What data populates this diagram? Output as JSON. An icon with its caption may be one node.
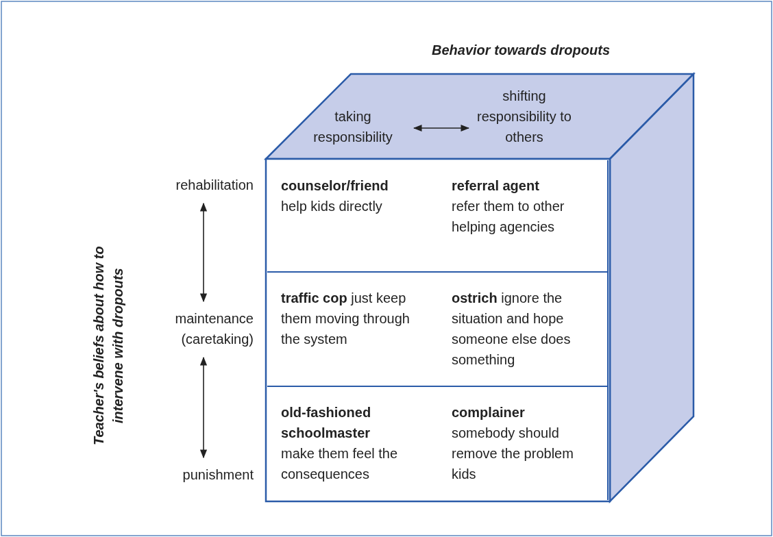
{
  "diagram": {
    "title": "Behavior towards dropouts",
    "nodes": [
      {
        "text": [
          "taking responsibility"
        ]
      },
      {
        "text": [
          "shifting responsibility to others"
        ]
      },
      {
        "text": [
          "rehabilitation"
        ]
      },
      {
        "text": [
          "maintenance (caretaking)"
        ]
      },
      {
        "text": [
          "punishment"
        ]
      },
      {
        "text": [
          "counselor/friend",
          "help kids directly"
        ]
      },
      {
        "text": [
          "referral agent",
          "refer them to other helping agencies"
        ]
      },
      {
        "text": [
          "**traffic cop** just keep them moving through the system"
        ]
      },
      {
        "text": [
          "**ostrich** ignore the situation and hope someone else does something"
        ]
      },
      {
        "text": [
          "old-fashioned schoolmaster",
          "make them feel the consequences"
        ]
      },
      {
        "text": [
          "complainer",
          "somebody should remove the problem kids"
        ]
      }
    ],
    "edges": [
      {
        "from": 0,
        "to": 1,
        "arrow": "both"
      },
      {
        "from": 2,
        "to": 3,
        "arrow": "both"
      },
      {
        "from": 3,
        "to": 4,
        "arrow": "both"
      }
    ],
    "labels": [
      "Teacher's beliefs about how to intervene with dropouts"
    ]
  }
}
